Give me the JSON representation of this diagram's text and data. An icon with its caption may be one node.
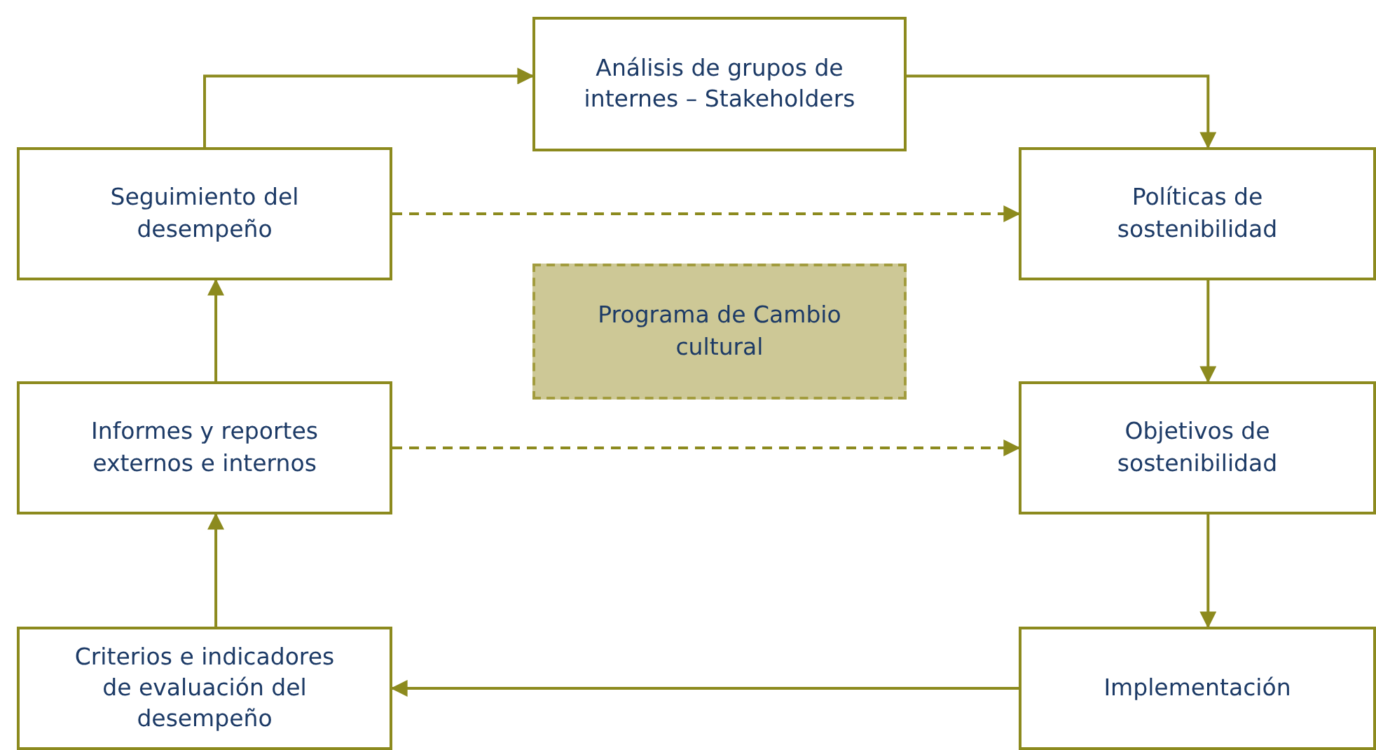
{
  "diagram": {
    "nodes": [
      {
        "text": [
          "Análisis de grupos de internes – Stakeholders"
        ]
      },
      {
        "text": [
          "Seguimiento del desempeño"
        ]
      },
      {
        "text": [
          "Políticas de sostenibilidad"
        ]
      },
      {
        "text": [
          "Programa de Cambio cultural"
        ]
      },
      {
        "text": [
          "Informes y reportes externos e internos"
        ]
      },
      {
        "text": [
          "Objetivos de sostenibilidad"
        ]
      },
      {
        "text": [
          "Criterios e indicadores de evaluación del desempeño"
        ]
      },
      {
        "text": [
          "Implementación"
        ]
      }
    ],
    "edges": [
      {
        "from": 1,
        "to": 0,
        "arrow": "to"
      },
      {
        "from": 0,
        "to": 2,
        "arrow": "to"
      },
      {
        "from": 1,
        "to": 2,
        "arrow": "to",
        "style": "dashed"
      },
      {
        "from": 2,
        "to": 5,
        "arrow": "to"
      },
      {
        "from": 5,
        "to": 7,
        "arrow": "to"
      },
      {
        "from": 7,
        "to": 6,
        "arrow": "to"
      },
      {
        "from": 6,
        "to": 4,
        "arrow": "to"
      },
      {
        "from": 4,
        "to": 1,
        "arrow": "to"
      },
      {
        "from": 4,
        "to": 5,
        "arrow": "to",
        "style": "dashed"
      }
    ]
  }
}
